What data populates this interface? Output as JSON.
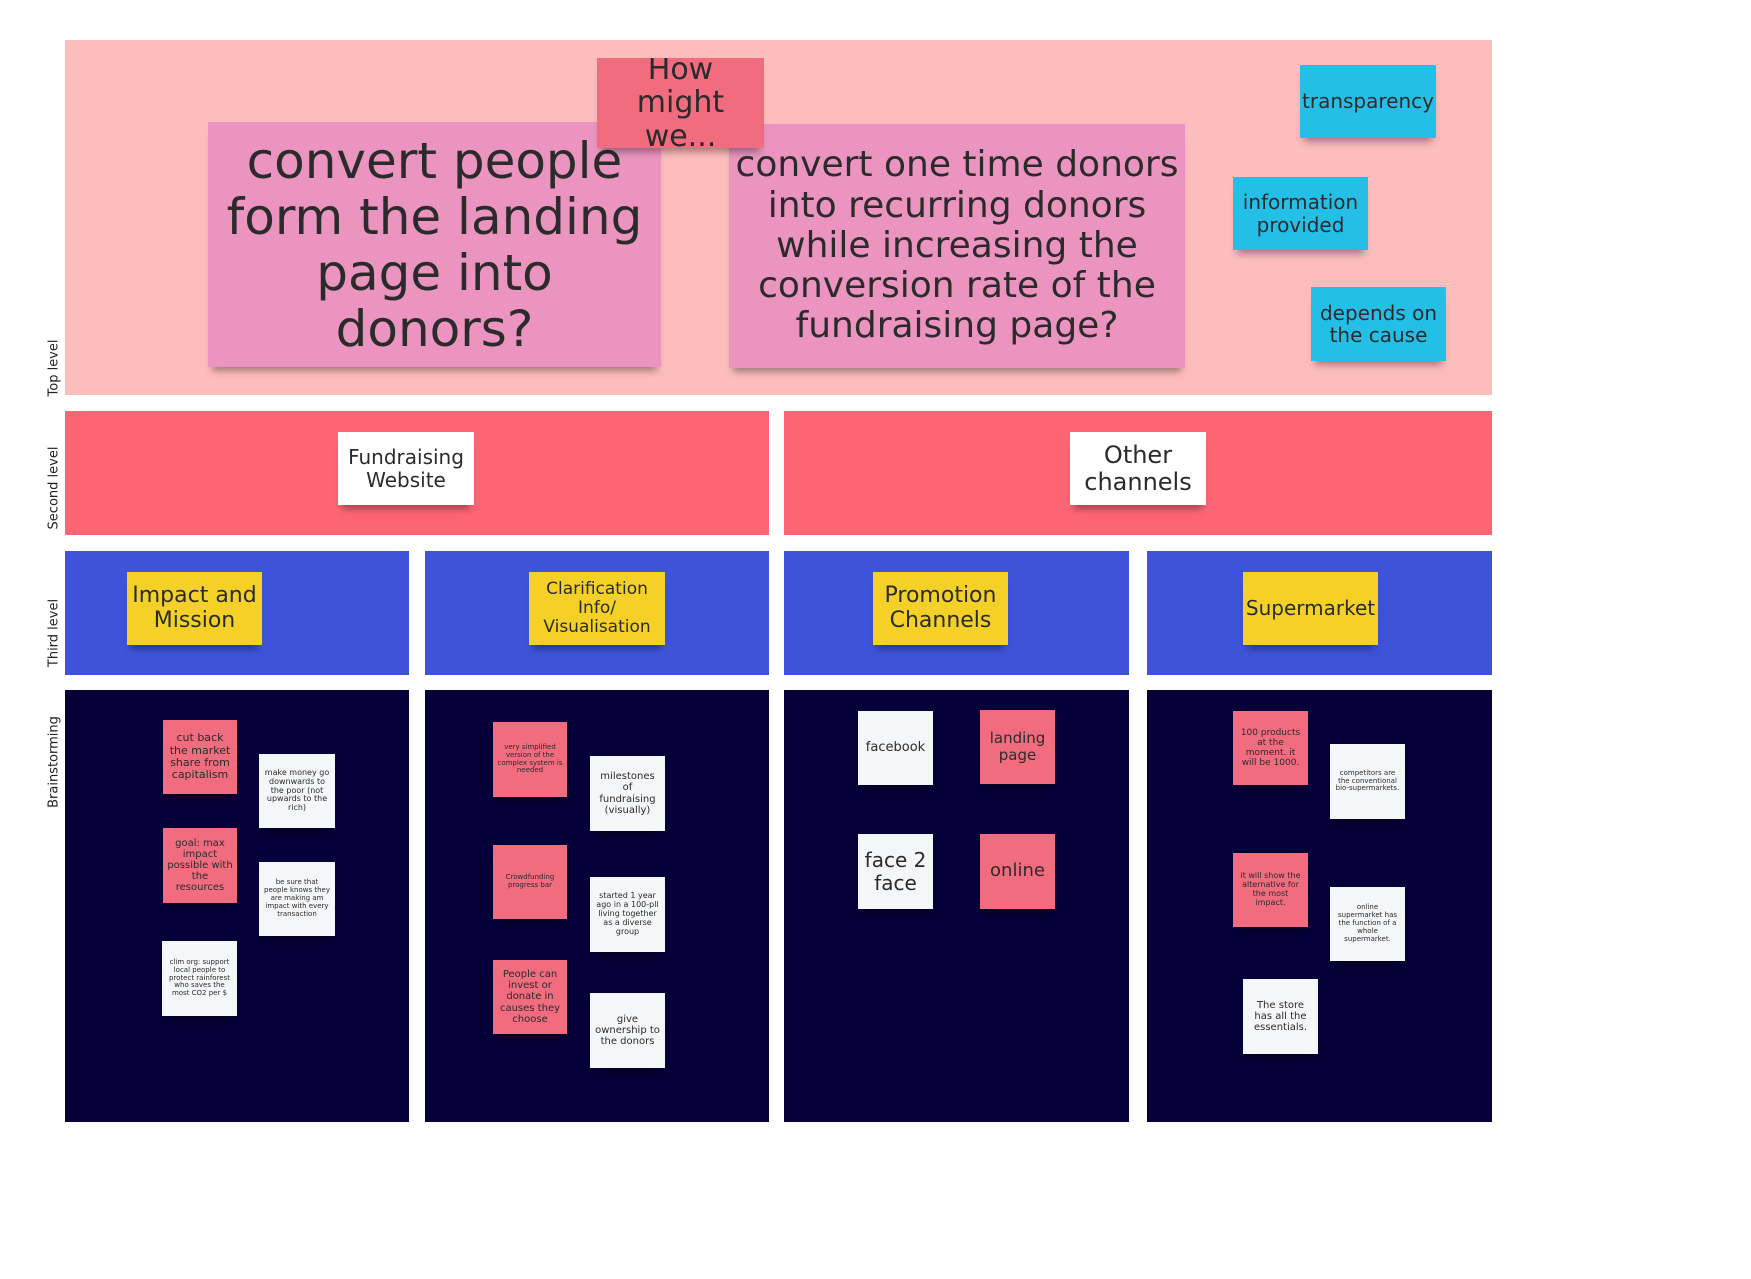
{
  "rows": {
    "top": "Top level",
    "second": "Second level",
    "third": "Third level",
    "brainstorming": "Brainstorming"
  },
  "top": {
    "hmw": "How might we...",
    "q1": "convert people form the landing page into donors?",
    "q2": "convert one time donors into recurring donors while increasing the conversion rate of the fundraising page?",
    "notes": [
      "transparency",
      "information provided",
      "depends on the cause"
    ]
  },
  "second": {
    "left": "Fundraising Website",
    "right": "Other channels"
  },
  "third": {
    "col1": "Impact and Mission",
    "col2": "Clarification Info/ Visualisation",
    "col3": "Promotion Channels",
    "col4": "Supermarket"
  },
  "brainstorm": {
    "col1": [
      "cut back the market share from capitalism",
      "make money go downwards to the poor (not upwards to the rich)",
      "goal: max impact possible with the resources",
      "be sure that people knows they are making am impact with every transaction",
      "clim org: support local people to protect rainforest who saves the most CO2 per $"
    ],
    "col2": [
      "very simplified version of the complex system is needed",
      "milestones of fundraising (visually)",
      "Crowdfunding progress bar",
      "started 1 year ago in a 100-pll living together as a diverse group",
      "People can invest or donate in causes they choose",
      "give ownership to the donors"
    ],
    "col3": [
      "facebook",
      "landing page",
      "face 2 face",
      "online"
    ],
    "col4": [
      "100 products at the moment. it will be 1000.",
      "competitors are the conventional bio-supermarkets.",
      "it will show the alternative for the most impact.",
      "online supermarket has the function of a whole supermarket.",
      "The store has all the essentials."
    ]
  },
  "colors": {
    "top_band": "#fdbdbd",
    "second_band": "#fd6574",
    "third_band": "#3f53d9",
    "brainstorm_band": "#050038",
    "sticky_pink": "#ea94bf",
    "sticky_red": "#f16c7f",
    "sticky_blue": "#23bfe7",
    "sticky_yellow": "#f5d128",
    "sticky_white": "#f5f6f8"
  }
}
